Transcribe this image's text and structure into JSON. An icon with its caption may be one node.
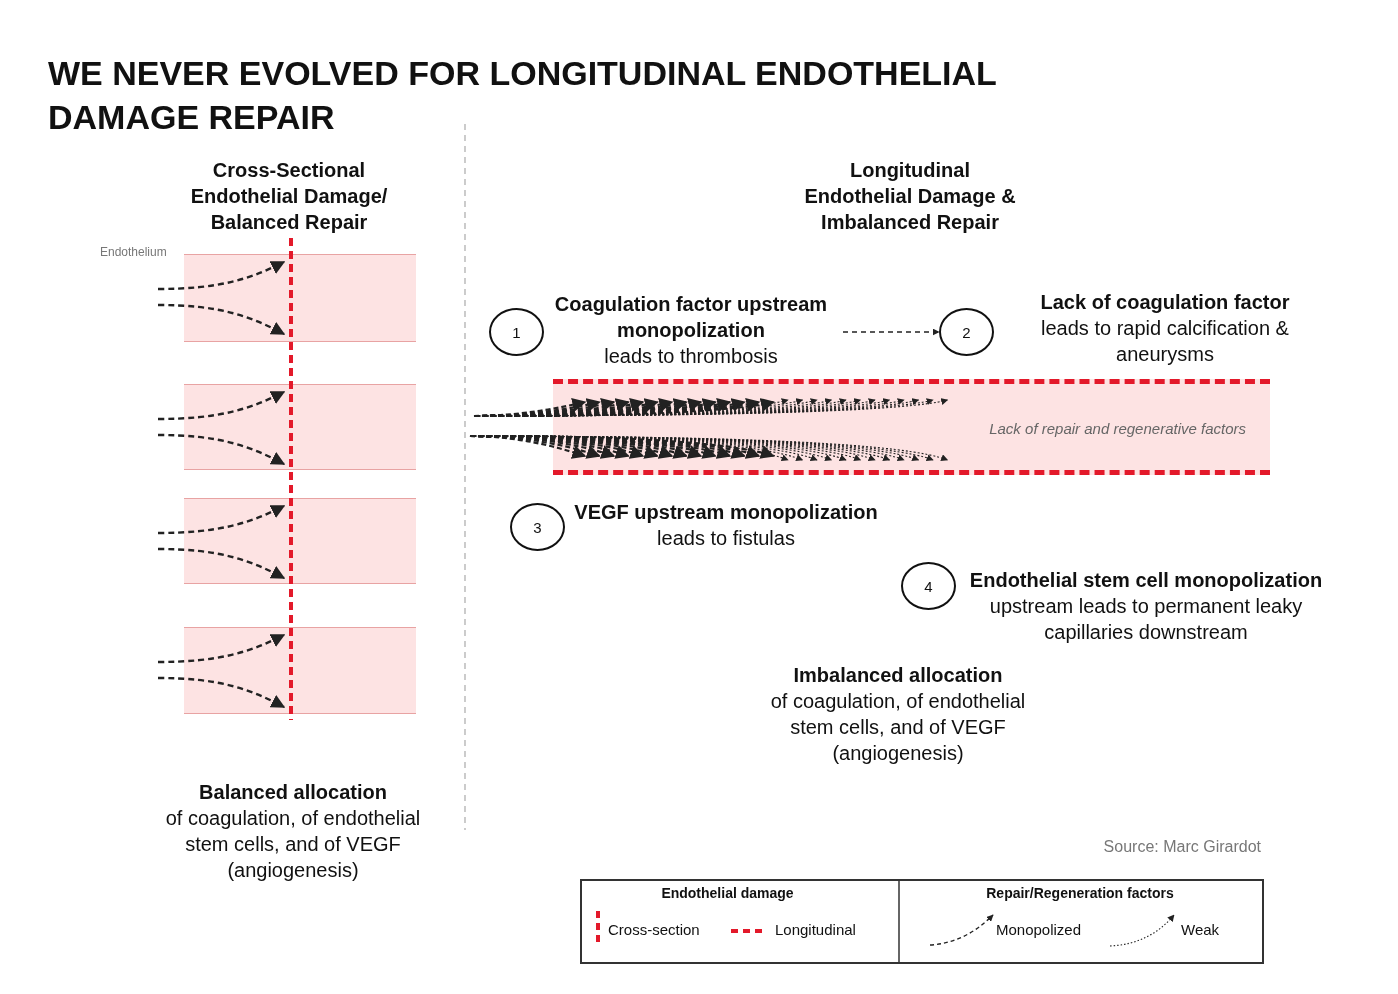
{
  "diagram": {
    "title": "WE NEVER EVOLVED FOR LONGITUDINAL ENDOTHELIAL DAMAGE REPAIR",
    "nodes": [
      {
        "text": [],
        "shape": "box"
      },
      {
        "text": [],
        "shape": "box"
      },
      {
        "text": [],
        "shape": "box"
      },
      {
        "text": [],
        "shape": "box"
      },
      {
        "text": [
          "1"
        ]
      },
      {
        "text": [
          "Coagulation factor upstream monopolization",
          "leads to thrombosis"
        ]
      },
      {
        "text": [
          "2"
        ],
        "beside": [
          "Lack of coagulation factor",
          "leads to rapid calcification & aneurysms"
        ]
      },
      {
        "text": [
          "Lack of repair and regenerative factors"
        ]
      },
      {
        "text": [
          "3"
        ],
        "beside": [
          "VEGF upstream monopolization",
          "leads to fistulas"
        ]
      },
      {
        "text": [
          "4"
        ],
        "beside": [
          "Endothelial stem cell monopolization",
          "upstream leads to permanent leaky capillaries downstream"
        ]
      }
    ],
    "edges": [
      {
        "from": 5,
        "to": 6,
        "arrow": "to",
        "style": "dashed"
      }
    ],
    "labels": [
      "Cross-Sectional Endothelial Damage/ Balanced Repair",
      "Longitudinal Endothelial Damage & Imbalanced Repair",
      "Endothelium",
      "Balanced allocation",
      "of coagulation, of endothelial stem cells, and of VEGF (angiogenesis)",
      "Imbalanced allocation",
      "of coagulation, of endothelial stem cells, and of VEGF (angiogenesis)",
      "Source: Marc Girardot",
      "Endothelial damage",
      "Repair/Regeneration factors"
    ],
    "legend": [
      {
        "text": "Cross-section"
      },
      {
        "text": "Longitudinal"
      },
      {
        "text": "Monopolized"
      },
      {
        "text": "Weak"
      }
    ]
  }
}
